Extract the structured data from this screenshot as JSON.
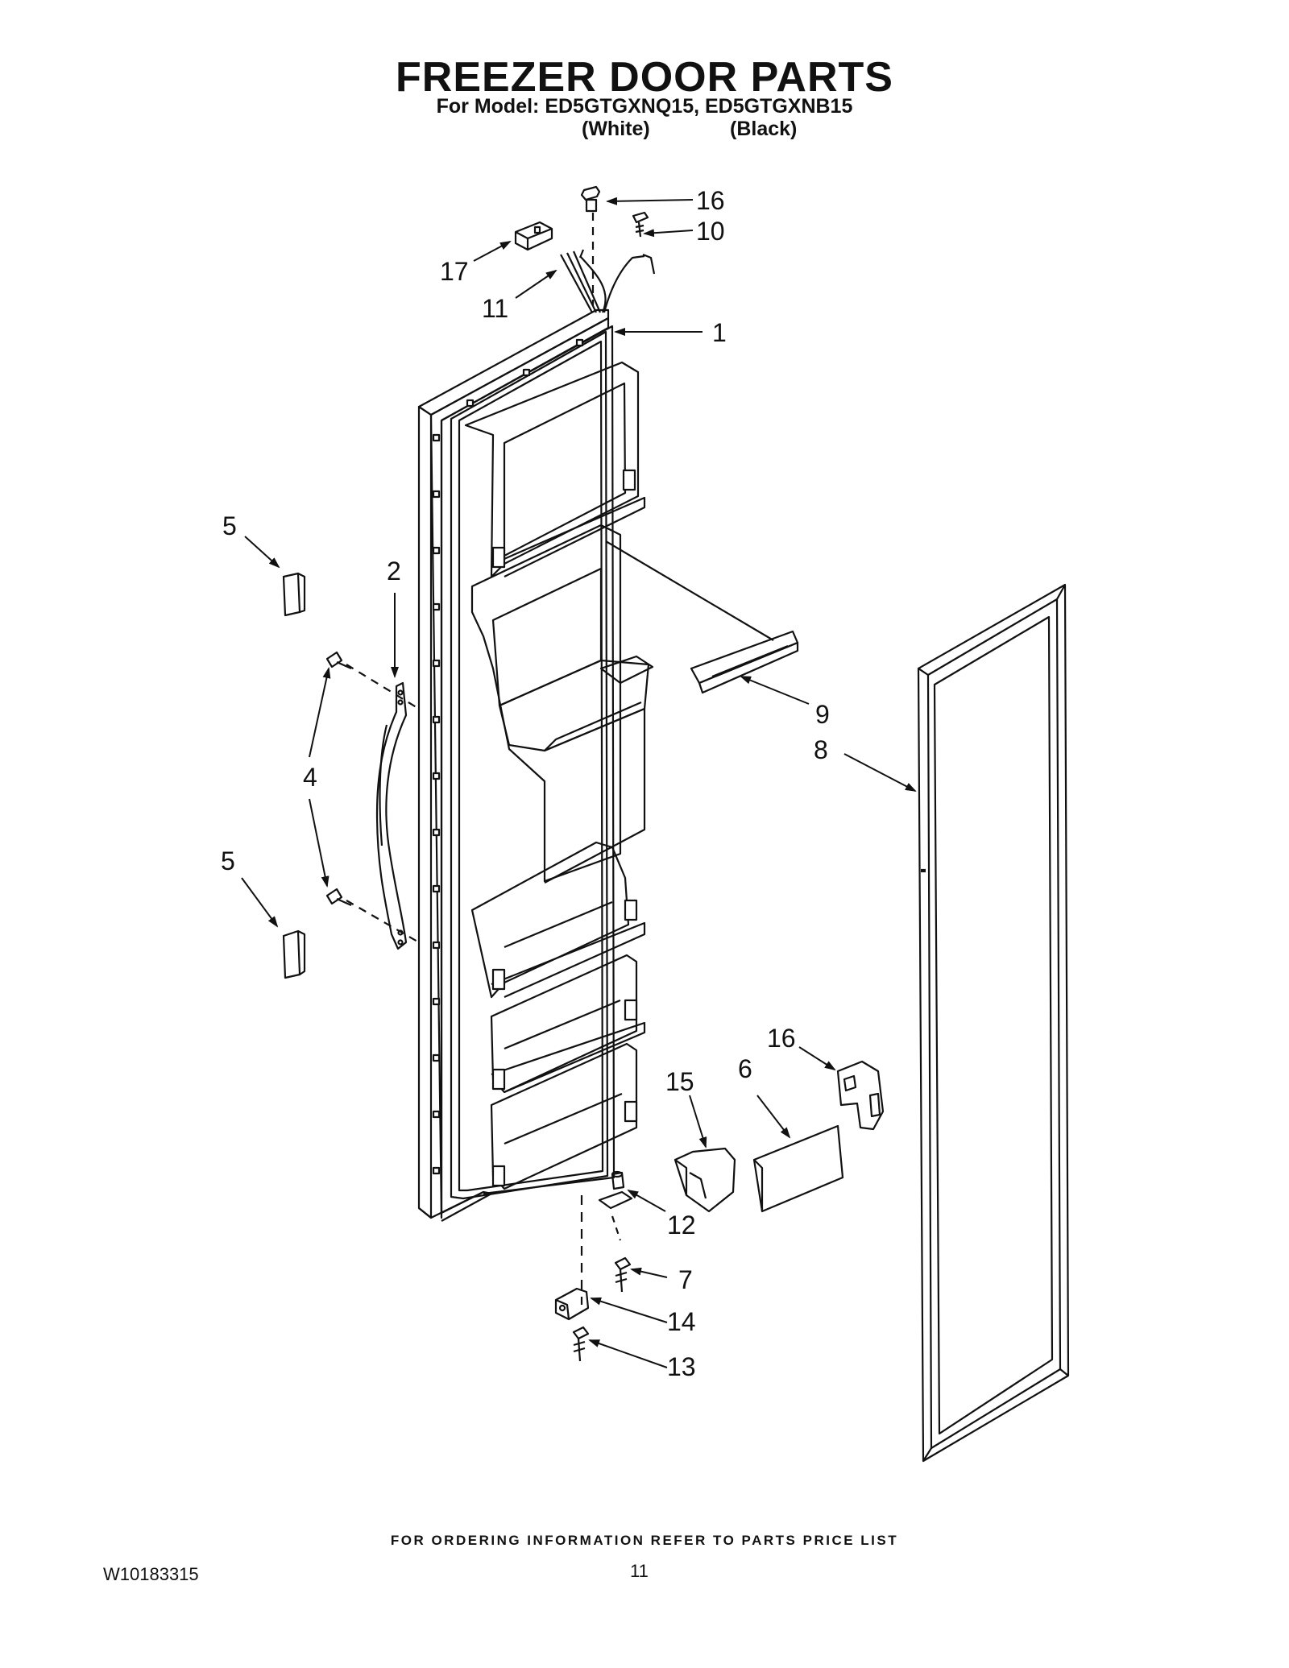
{
  "header": {
    "title": "FREEZER DOOR PARTS",
    "model_line": "For Model: ED5GTGXNQ15, ED5GTGXNB15",
    "variant_white": "(White)",
    "variant_black": "(Black)"
  },
  "callouts": {
    "c16_top": "16",
    "c10": "10",
    "c17": "17",
    "c11": "11",
    "c1": "1",
    "c5_top": "5",
    "c2": "2",
    "c4": "4",
    "c5_bottom": "5",
    "c9": "9",
    "c8": "8",
    "c16_bottom": "16",
    "c6": "6",
    "c15": "15",
    "c12": "12",
    "c7": "7",
    "c14": "14",
    "c13": "13"
  },
  "footer": {
    "ordering_note": "FOR ORDERING INFORMATION REFER TO PARTS PRICE LIST",
    "doc_number": "W10183315",
    "page_number": "11"
  }
}
